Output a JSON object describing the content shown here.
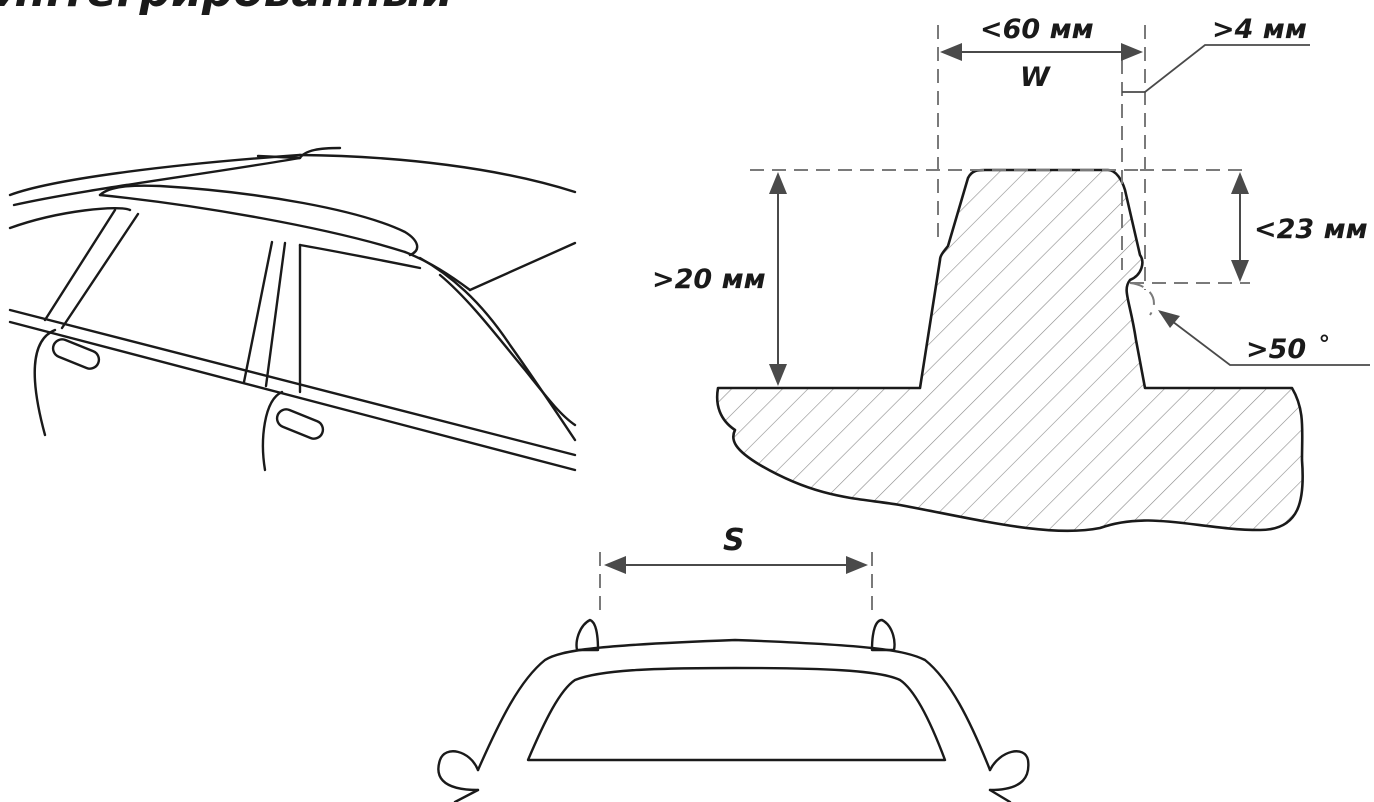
{
  "title": "Интегрированный",
  "profile": {
    "width_max": "<60 мм",
    "width_symbol": "W",
    "lip_min": ">4 мм",
    "height_min": ">20 мм",
    "gap_max": "<23 мм",
    "angle_min": ">50 ˚"
  },
  "rear_view": {
    "spacing_symbol": "S"
  },
  "colors": {
    "line": "#1a1a1a",
    "dimension": "#4a4a4a",
    "dashed": "#7a7a7a",
    "hatch": "#8a8a8a"
  }
}
